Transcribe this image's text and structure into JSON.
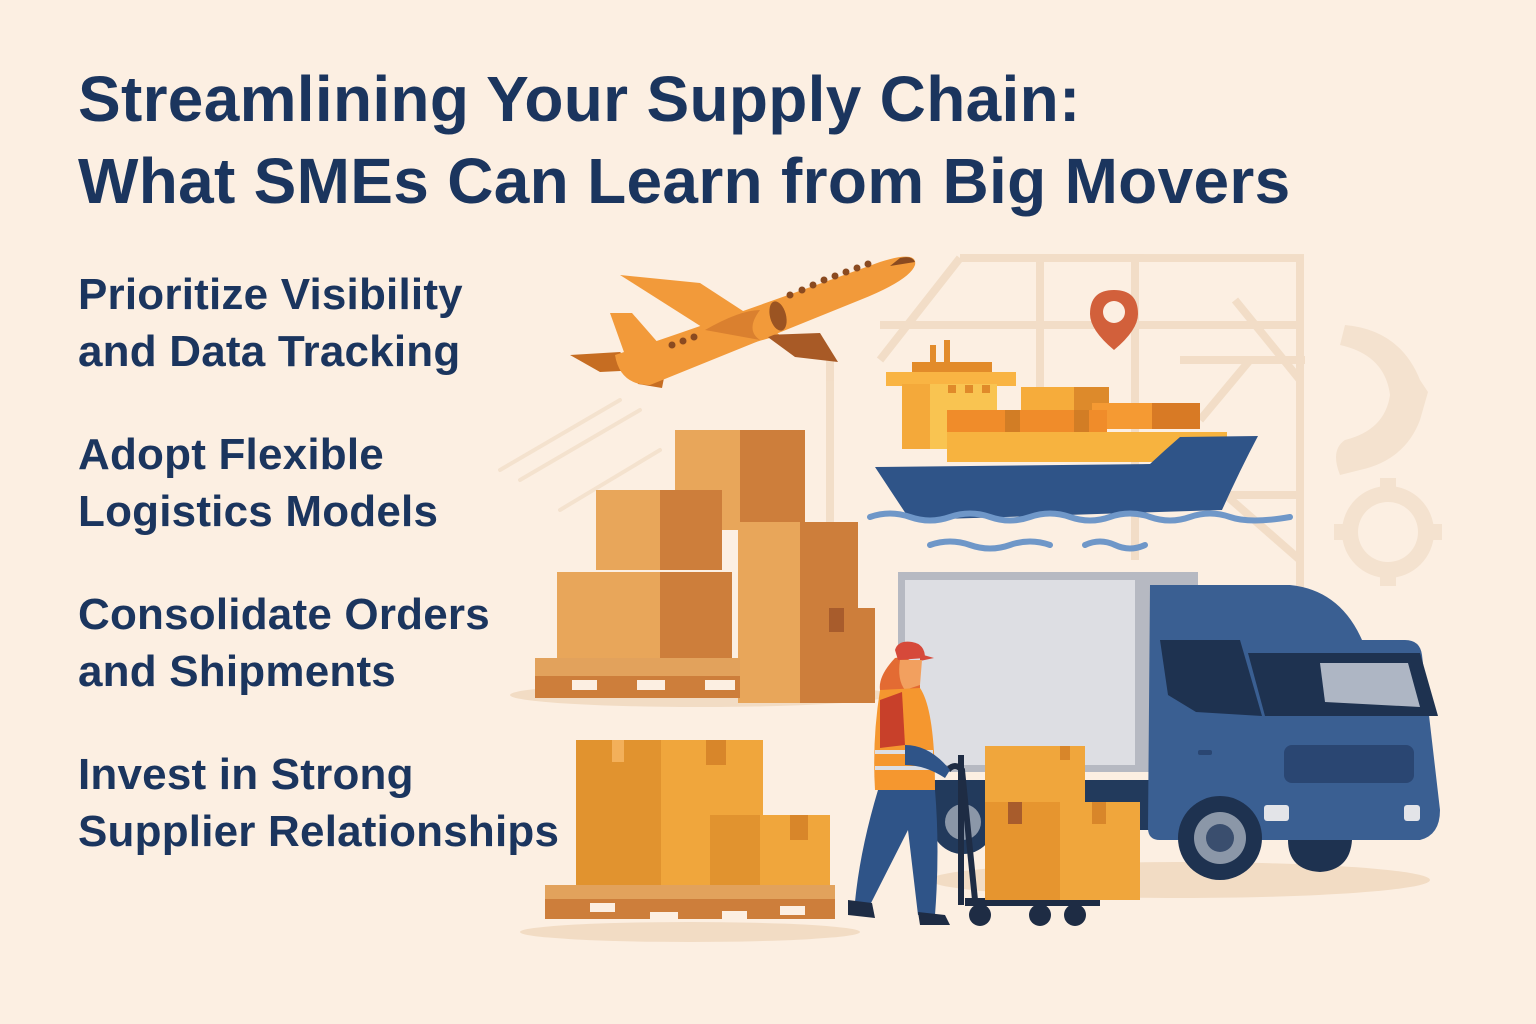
{
  "header": {
    "title_line1": "Streamlining Your Supply Chain:",
    "title_line2": "What SMEs Can Learn from Big Movers"
  },
  "tips": [
    {
      "line1": "Prioritize Visibility",
      "line2": "and Data Tracking"
    },
    {
      "line1": "Adopt Flexible",
      "line2": "Logistics Models"
    },
    {
      "line1": "Consolidate Orders",
      "line2": "and Shipments"
    },
    {
      "line1": "Invest in Strong",
      "line2": "Supplier Relationships"
    }
  ],
  "illustrations": {
    "icons": [
      "airplane-icon",
      "map-icon",
      "location-pin-icon",
      "cargo-ship-icon",
      "gear-icon",
      "box-stack-icon",
      "pallet-icon",
      "delivery-truck-icon",
      "worker-icon",
      "hand-truck-icon"
    ]
  },
  "colors": {
    "background": "#fcefe2",
    "text_navy": "#1b355e",
    "orange": "#f29a3a",
    "box_tan": "#e0a35a",
    "truck_blue": "#3a5f92",
    "ship_hull": "#2f5488",
    "pin_red": "#d2603b"
  }
}
